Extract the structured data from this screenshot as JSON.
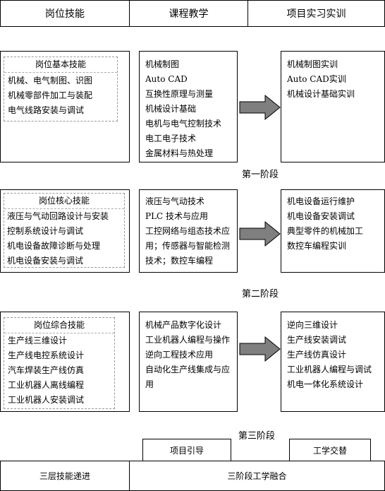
{
  "headers": [
    "岗位技能",
    "课程教学",
    "项目实习实训"
  ],
  "stages": [
    {
      "label": "第一阶段",
      "skill_title": "岗位基本技能",
      "skills": [
        "机械、电气制图、识图",
        "机械零部件加工与装配",
        "电气线路安装与调试"
      ],
      "courses": [
        "机械制图",
        "Auto CAD",
        "互换性原理与测量",
        "机械设计基础",
        "电机与电气控制技术",
        "电工电子技术",
        "金属材料与热处理"
      ],
      "projects": [
        "机械制图实训",
        "Auto CAD实训",
        "机械设计基础实训"
      ]
    },
    {
      "label": "第二阶段",
      "skill_title": "岗位核心技能",
      "skills": [
        "液压与气动回路设计与安装",
        "控制系统设计与调试",
        "机电设备故障诊断与处理",
        "机电设备安装与调试"
      ],
      "courses": [
        "液压与气动技术",
        "PLC 技术与应用",
        "工控网络与组态技术应用；传感器与智能检测技术；数控车编程"
      ],
      "projects": [
        "机电设备运行维护",
        "机电设备安装调试",
        "典型零件的机械加工",
        "数控车编程实训"
      ]
    },
    {
      "label": "第三阶段",
      "skill_title": "岗位综合技能",
      "skills": [
        "生产线三维设计",
        "生产线电控系统设计",
        "汽车焊装生产线仿真",
        "工业机器人离线编程",
        "工业机器人安装调试"
      ],
      "courses": [
        "机械产品数字化设计",
        "工业机器人编程与操作",
        "逆向工程技术应用",
        "自动化生产线集成与应用"
      ],
      "projects": [
        "逆向三维设计",
        "生产线安装调试",
        "生产线仿真设计",
        "工业机器人编程与调试",
        "机电一体化系统设计"
      ]
    }
  ],
  "footer": {
    "project_guide": "项目引导",
    "work_study": "工学交替",
    "three_levels": "三层技能递进",
    "integration": "三阶段工学融合"
  }
}
